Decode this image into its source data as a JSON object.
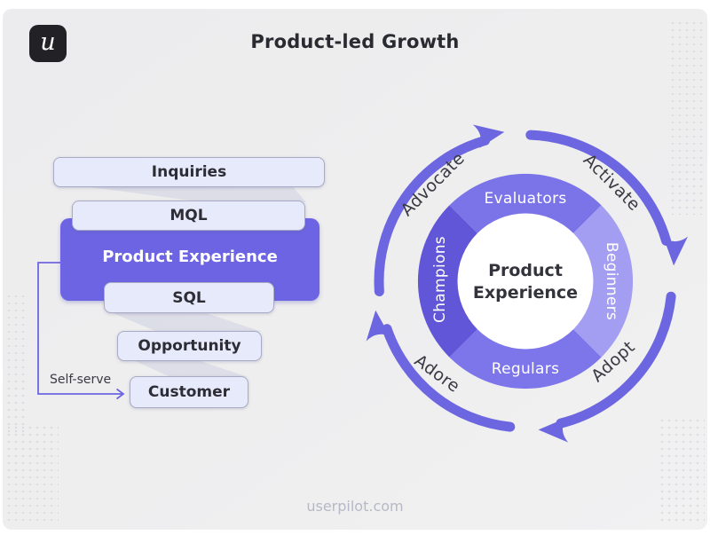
{
  "page": {
    "title": "Product-led Growth",
    "footer": "userpilot.com",
    "logo_letter": "u"
  },
  "colors": {
    "accent_arrow": "#6c66e0",
    "stage_highlight_bg": "#6c64e2",
    "stage_light_bg": "#e7eafb",
    "stage_border": "#a7abc6",
    "canvas_bg": "#ededef",
    "footer_text": "#b7b8c6"
  },
  "funnel": {
    "stages": [
      {
        "label": "Inquiries"
      },
      {
        "label": "MQL"
      },
      {
        "label": "Product Experience"
      },
      {
        "label": "SQL"
      },
      {
        "label": "Opportunity"
      },
      {
        "label": "Customer"
      }
    ],
    "self_serve_label": "Self-serve"
  },
  "cycle": {
    "center_line1": "Product",
    "center_line2": "Experience",
    "segments": [
      {
        "label": "Evaluators",
        "position": "top",
        "color": "#7b74e8"
      },
      {
        "label": "Beginners",
        "position": "right",
        "color": "#a49ef2"
      },
      {
        "label": "Regulars",
        "position": "bottom",
        "color": "#7d75ea"
      },
      {
        "label": "Champions",
        "position": "left",
        "color": "#6156d7"
      }
    ],
    "actions": [
      {
        "label": "Advocate",
        "position": "top-left"
      },
      {
        "label": "Activate",
        "position": "top-right"
      },
      {
        "label": "Adopt",
        "position": "bottom-right"
      },
      {
        "label": "Adore",
        "position": "bottom-left"
      }
    ],
    "arrow_color": "#6c66e0"
  }
}
